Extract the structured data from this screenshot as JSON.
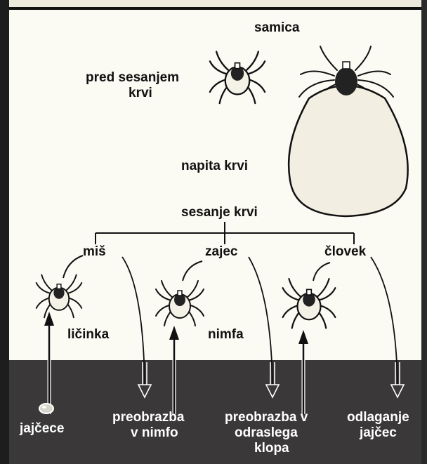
{
  "labels": {
    "female": "samica",
    "before_feeding_1": "pred sesanjem",
    "before_feeding_2": "krvi",
    "engorged": "napita krvi",
    "blood_feeding": "sesanje krvi",
    "hosts": [
      "miš",
      "zajec",
      "človek"
    ],
    "larva": "ličinka",
    "nymph": "nimfa"
  },
  "ground": {
    "egg": "jajčece",
    "molt_nymph_1": "preobrazba",
    "molt_nymph_2": "v nimfo",
    "molt_adult_1": "preobrazba v",
    "molt_adult_2": "odraslega",
    "molt_adult_3": "klopa",
    "laying_1": "odlaganje",
    "laying_2": "jajčec"
  },
  "icons": [
    "unfed-female-tick",
    "engorged-female-tick",
    "larva-tick",
    "nymph-tick",
    "adult-tick",
    "egg"
  ],
  "colors": {
    "ground": "#3a3838",
    "background": "#fbfaf3",
    "ink": "#111111"
  }
}
